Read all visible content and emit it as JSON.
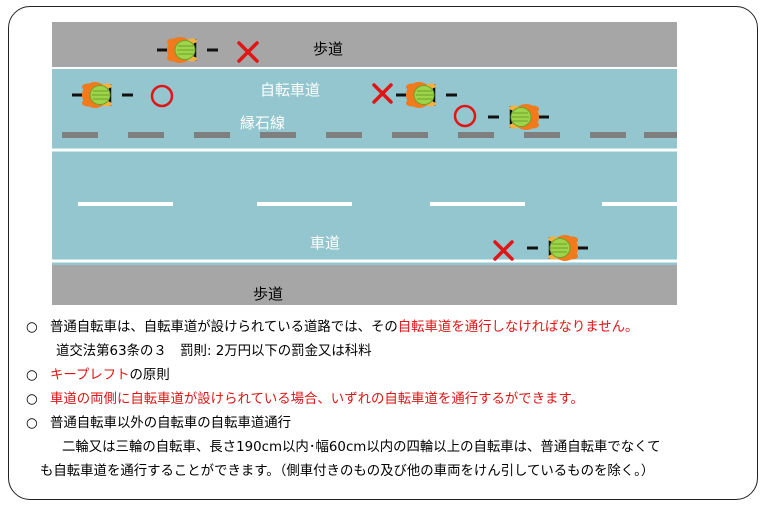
{
  "diagram": {
    "labels": {
      "sidewalk_top": "歩道",
      "bike_lane": "自転車道",
      "curb_line": "縁石線",
      "roadway": "車道",
      "sidewalk_bottom": "歩道"
    },
    "symbols": {
      "ok": "○",
      "ng": "×"
    },
    "colors": {
      "sidewalk": "#a6a6a6",
      "lane": "#93c6cf",
      "marker_red": "#e01616",
      "curb_block": "#7f7f7f",
      "rider_body": "#f07a1c",
      "rider_helmet": "#9ed44a"
    }
  },
  "notes": {
    "bullet": "○",
    "item1_part1": "普通自転車は、自転車道が設けられている道路では、その",
    "item1_part2": "自転車道を通行しなければなりません。",
    "item1_sub": "道交法第63条の３　罰則: 2万円以下の罰金又は科料",
    "item2_part1": "キープレフト",
    "item2_part2": "の原則",
    "item3": "車道の両側に自転車道が設けられている場合、いずれの自転車道を通行するができます。",
    "item4": "普通自転車以外の自転車の自転車道通行",
    "item4_sub1": "二輪又は三輪の自転車、長さ190cm以内･幅60cm以内の四輪以上の自転車は、普通自転車でなくて",
    "item4_sub2": "も自転車道を通行することができます。（側車付きのもの及び他の車両をけん引しているものを除く。）"
  }
}
